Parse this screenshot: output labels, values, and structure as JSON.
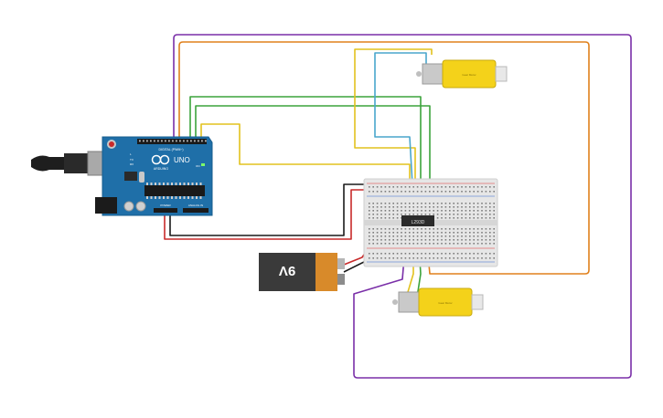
{
  "arduino": {
    "brand_label": "ARDUINO",
    "model_label": "UNO",
    "digital_label": "DIGITAL (PWM~)",
    "power_label": "POWER",
    "analog_label": "ANALOG IN",
    "on_label": "ON",
    "tx_label": "TX",
    "rx_label": "RX",
    "l_label": "L"
  },
  "battery": {
    "label": "9V"
  },
  "ic": {
    "label": "L293D"
  },
  "motor_top": {
    "label": "Gear Motor"
  },
  "motor_bottom": {
    "label": "Gear Motor"
  },
  "colors": {
    "purple": "#7a2fa8",
    "orange": "#e0801c",
    "green": "#3ca33c",
    "yellow": "#e2c21e",
    "cyan": "#49a6cc",
    "red": "#c82a2a",
    "black": "#1a1a1a",
    "board": "#1f6fa8",
    "motor": "#f4d21a",
    "battery_body": "#3a3a3a",
    "battery_cap": "#d88a2a"
  },
  "icons": [
    "usb-connector",
    "power-jack",
    "reset-button",
    "infinity-logo"
  ]
}
